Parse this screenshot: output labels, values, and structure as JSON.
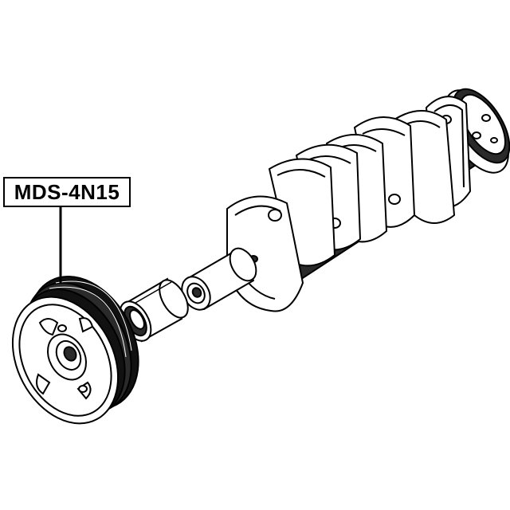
{
  "callout": {
    "part_number": "MDS-4N15"
  },
  "colors": {
    "line": "#000000",
    "fill": "#ffffff",
    "shade": "#1a1a1a"
  },
  "parts": [
    {
      "name": "crankshaft-pulley"
    },
    {
      "name": "bushing"
    },
    {
      "name": "crankshaft"
    }
  ]
}
